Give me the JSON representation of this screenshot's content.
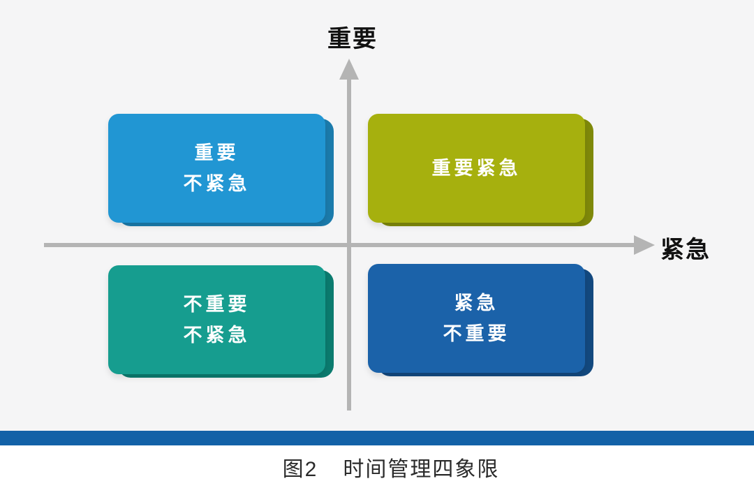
{
  "figure": {
    "background_color": "#F5F5F6",
    "axis_color": "#B4B4B4",
    "axes": {
      "y_label": "重要",
      "x_label": "紧急"
    },
    "quadrants": [
      {
        "id": "important-not-urgent",
        "position": "top-left",
        "color": "#2196D3",
        "edge_color": "#1B7BAC",
        "lines": [
          "重要",
          "不紧急"
        ]
      },
      {
        "id": "important-urgent",
        "position": "top-right",
        "color": "#A6B00E",
        "edge_color": "#7F890A",
        "lines": [
          "重要紧急",
          ""
        ]
      },
      {
        "id": "not-important-not-urgent",
        "position": "bottom-left",
        "color": "#169D8F",
        "edge_color": "#0B7B6F",
        "lines": [
          "不重要",
          "不紧急"
        ]
      },
      {
        "id": "urgent-not-important",
        "position": "bottom-right",
        "color": "#1B62A9",
        "edge_color": "#13497F",
        "lines": [
          "紧急",
          "不重要"
        ]
      }
    ],
    "divider_color": "#1261A7",
    "caption": {
      "figure_label": "图2",
      "title": "时间管理四象限"
    }
  }
}
